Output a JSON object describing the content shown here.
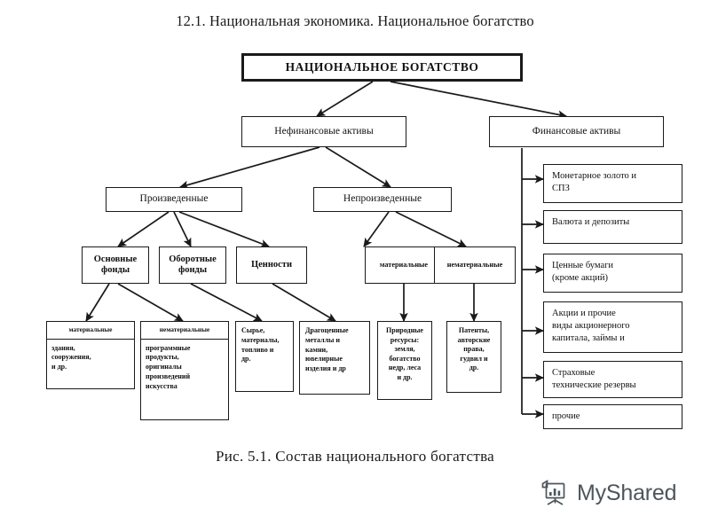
{
  "page": {
    "title": "12.1. Национальная экономика. Национальное богатство",
    "caption": "Рис. 5.1. Состав национального  богатства",
    "background_color": "#ffffff",
    "line_color": "#1a1a1a"
  },
  "watermark": {
    "text": "MyShared",
    "icon": "presentation-chart-icon",
    "color": "#4c565c"
  },
  "diagram": {
    "type": "hierarchy-tree",
    "root": {
      "id": "root",
      "label": "НАЦИОНАЛЬНОЕ БОГАТСТВО"
    },
    "level2": [
      {
        "id": "nonfin",
        "label": "Нефинансовые активы"
      },
      {
        "id": "fin",
        "label": "Финансовые активы"
      }
    ],
    "level3": [
      {
        "id": "produced",
        "label": "Произведенные"
      },
      {
        "id": "nonproduced",
        "label": "Непроизведенные"
      }
    ],
    "level4": [
      {
        "id": "fixed",
        "label": "Основные\nфонды"
      },
      {
        "id": "current",
        "label": "Оборотные\nфонды"
      },
      {
        "id": "valuables",
        "label": "Ценности"
      },
      {
        "id": "np-material",
        "label": "материальные"
      },
      {
        "id": "np-immaterial",
        "label": "нематериальные"
      }
    ],
    "level5": [
      {
        "id": "fixed-material",
        "header": "материальные",
        "body": "здания,\nсооружения,\nи др."
      },
      {
        "id": "fixed-immaterial",
        "header": "нематериальные",
        "body": "программные\nпродукты,\nоригиналы\nпроизведений\nискусства"
      },
      {
        "id": "raw",
        "header": null,
        "body": "Сырье,\nматериалы,\nтопливо и\nдр."
      },
      {
        "id": "precious",
        "header": null,
        "body": "Драгоценные\nметаллы и\nкамни,\nювелирные\nизделия и др"
      },
      {
        "id": "natural",
        "header": null,
        "body": "Природные\nресурсы:\nземля,\nбогатство\nнедр, леса\nи др."
      },
      {
        "id": "patents",
        "header": null,
        "body": "Патенты,\nавторские\nправа,\nгудвил и\nдр."
      }
    ],
    "financial_items": [
      {
        "id": "fin-gold",
        "label": "Монетарное золото и\nСПЗ"
      },
      {
        "id": "fin-currency",
        "label": "Валюта и депозиты"
      },
      {
        "id": "fin-securities",
        "label": "Ценные бумаги\n(кроме акций)"
      },
      {
        "id": "fin-shares",
        "label": "Акции и прочие\nвиды акционерного\nкапитала, займы и"
      },
      {
        "id": "fin-insurance",
        "label": "Страховые\nтехнические резервы"
      },
      {
        "id": "fin-other",
        "label": "прочие"
      }
    ]
  }
}
